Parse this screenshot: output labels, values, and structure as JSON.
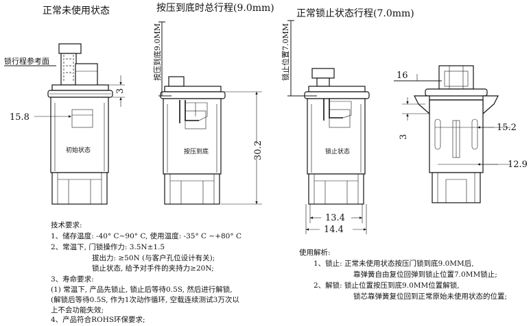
{
  "captions": {
    "normal": "正常未使用状态",
    "pressed": "按压到底时总行程(9.0mm)",
    "locked": "正常锁止状态行程(7.0mm)"
  },
  "labels": {
    "lock_reference": "锁行程参考面",
    "press_bottom_vertical": "按压到底9.0MM",
    "lock_position_vertical": "锁止位置7.0MM",
    "state_initial": "初始状态",
    "state_pressed": "按压到底",
    "state_locked": "锁止状态"
  },
  "dimensions": {
    "d3_left": "3",
    "d15_8": "15.8",
    "d30_2": "30.2",
    "d13_4": "13.4",
    "d14_4": "14.4",
    "d16": "16",
    "d15_2": "15.2",
    "d3_right": "3",
    "d12_9": "12.9"
  },
  "tech": {
    "title": "技术要求:",
    "line1": "1、储存温度: -40° C~90° C, 使用温度: -35° C ~+80° C",
    "line2": "2、常温下, 门锁操作力: 3.5N±1.5",
    "line3": "拔出力: ≥50N (与客户孔位设计有关);",
    "line4": "锁止状态, 给予对手件的夹持力≥20N;",
    "line5": "3、寿命要求:",
    "line6": "(1) 常温下, 产品先锁止, 锁止后等待0.5S, 然后进行解锁,",
    "line7": "(解锁后等待0.5S, 作为1次动作循环, 空载连续测试3万次以",
    "line8": "上不会功能失效;",
    "line9": "4、产品符合ROHS环保要求;"
  },
  "usage": {
    "title": "使用解析:",
    "line1": "1、锁止: 正常未使用状态按压门锁到底9.0MM后,",
    "line2": "靠弹簧自由复位回弹到锁止位置7.0MM锁止;",
    "line3": "2、解锁: 锁止位置按压到底9.0MM位置解锁,",
    "line4": "锁芯靠弹簧复位回到正常原始未使用状态的位置;"
  }
}
